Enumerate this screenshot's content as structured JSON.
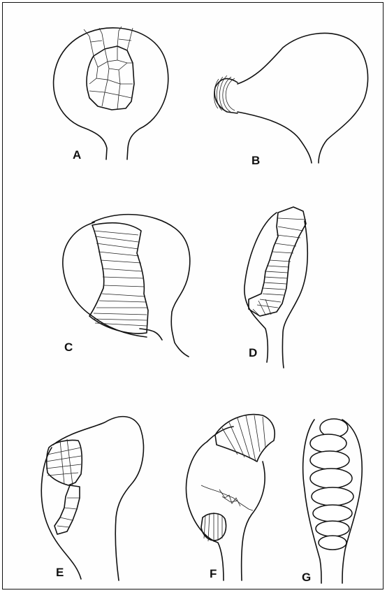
{
  "figure": {
    "panels": [
      {
        "id": "A",
        "label": "A"
      },
      {
        "id": "B",
        "label": "B"
      },
      {
        "id": "C",
        "label": "C"
      },
      {
        "id": "D",
        "label": "D"
      },
      {
        "id": "E",
        "label": "E"
      },
      {
        "id": "F",
        "label": "F"
      },
      {
        "id": "G",
        "label": "G"
      }
    ]
  },
  "colors": {
    "ink": "#111111",
    "paper": "#ffffff"
  }
}
